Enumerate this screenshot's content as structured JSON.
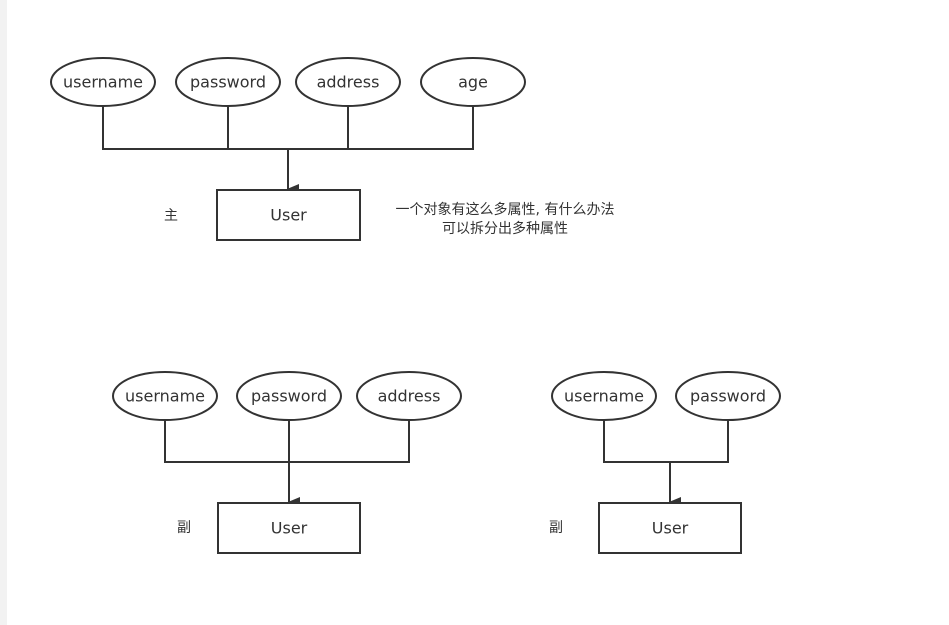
{
  "diagram_top": {
    "attributes": [
      "username",
      "password",
      "address",
      "age"
    ],
    "entity": "User",
    "side_label": "主",
    "note_lines": [
      "一个对象有这么多属性, 有什么办法",
      "可以拆分出多种属性"
    ]
  },
  "diagram_bottom_left": {
    "attributes": [
      "username",
      "password",
      "address"
    ],
    "entity": "User",
    "side_label": "副"
  },
  "diagram_bottom_right": {
    "attributes": [
      "username",
      "password"
    ],
    "entity": "User",
    "side_label": "副"
  },
  "colors": {
    "stroke": "#333333",
    "text": "#333333",
    "background": "#ffffff",
    "left_rule": "#f2f2f2"
  }
}
